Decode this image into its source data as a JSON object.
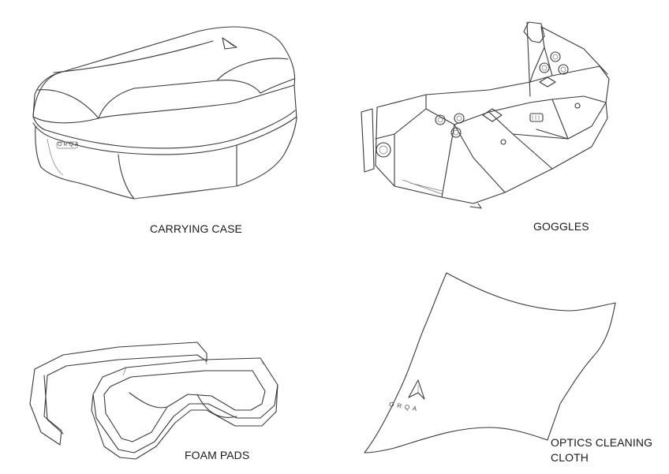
{
  "items": [
    {
      "key": "case",
      "label": "CARRYING CASE",
      "logo_text": "ORQA"
    },
    {
      "key": "goggles",
      "label": "GOGGLES"
    },
    {
      "key": "foam",
      "label": "FOAM PADS"
    },
    {
      "key": "cloth",
      "label_line1": "OPTICS CLEANING",
      "label_line2": "CLOTH",
      "logo_text": "ORQA"
    }
  ],
  "colors": {
    "line": "#3a3a3a",
    "text": "#1a1a1a",
    "background": "#ffffff"
  }
}
